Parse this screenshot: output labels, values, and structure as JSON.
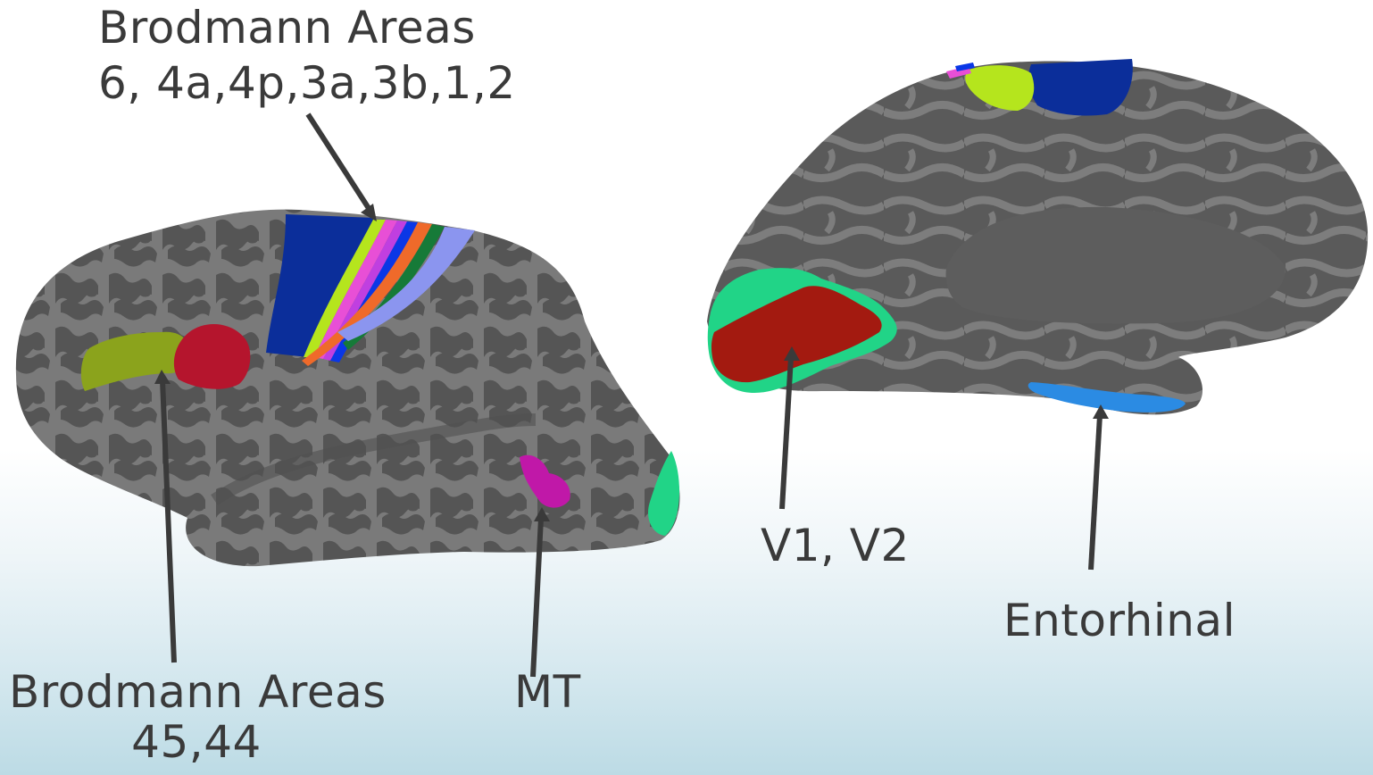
{
  "labels": {
    "motor_line1": "Brodmann Areas",
    "motor_line2": "6, 4a,4p,3a,3b,1,2",
    "broca_line1": "Brodmann Areas",
    "broca_line2": "45,44",
    "mt": "MT",
    "v1v2": "V1, V2",
    "entorhinal": "Entorhinal"
  },
  "colors": {
    "cortex_dark": "#555555",
    "cortex_light": "#7c7c7c",
    "area6": "#0b2e9a",
    "area4a": "#b5e51d",
    "area4p": "#e84fd6",
    "area3a": "#c03fe0",
    "area3b": "#0a37e6",
    "area1": "#ef6a2a",
    "area2": "#167a38",
    "area2b": "#8b95ef",
    "ba45": "#8ba31c",
    "ba44": "#b5152d",
    "mt": "#c018a8",
    "v1": "#a31a10",
    "v2": "#21d487",
    "entorhinal": "#2b8be3",
    "arrow": "#3a3a3a"
  }
}
